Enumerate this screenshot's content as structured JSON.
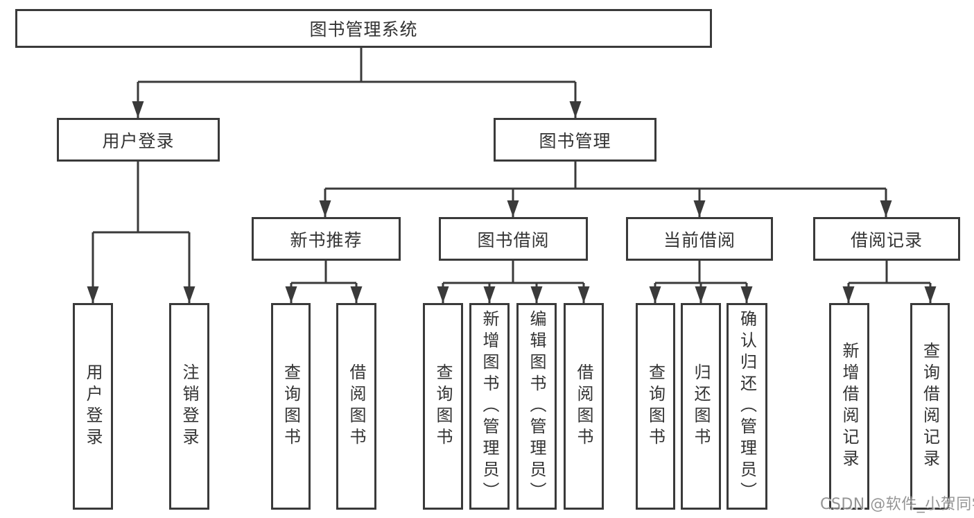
{
  "colors": {
    "line": "#3a3a3a",
    "text": "#333333",
    "background": "#ffffff",
    "watermark": "#8c8c8c"
  },
  "watermark": {
    "text": "CSDN @软件_小贺同学"
  },
  "tree": {
    "label": "图书管理系统",
    "children": [
      {
        "label": "用户登录",
        "children": [
          {
            "label": "用户登录"
          },
          {
            "label": "注销登录"
          }
        ]
      },
      {
        "label": "图书管理",
        "children": [
          {
            "label": "新书推荐",
            "children": [
              {
                "label": "查询图书"
              },
              {
                "label": "借阅图书"
              }
            ]
          },
          {
            "label": "图书借阅",
            "children": [
              {
                "label": "查询图书"
              },
              {
                "label": "新增图书（管理员）"
              },
              {
                "label": "编辑图书（管理员）"
              },
              {
                "label": "借阅图书"
              }
            ]
          },
          {
            "label": "当前借阅",
            "children": [
              {
                "label": "查询图书"
              },
              {
                "label": "归还图书"
              },
              {
                "label": "确认归还（管理员）"
              }
            ]
          },
          {
            "label": "借阅记录",
            "children": [
              {
                "label": "新增借阅记录"
              },
              {
                "label": "查询借阅记录"
              }
            ]
          }
        ]
      }
    ]
  }
}
